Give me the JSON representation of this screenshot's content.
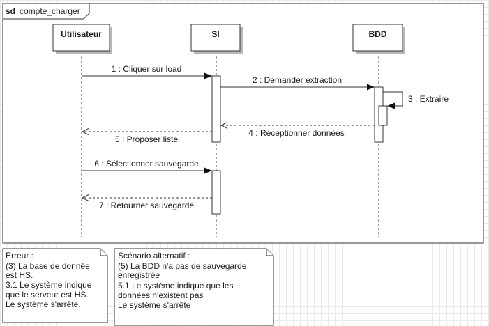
{
  "frame": {
    "keyword": "sd",
    "name": "compte_charger"
  },
  "lifelines": [
    {
      "id": "user",
      "label": "Utilisateur"
    },
    {
      "id": "si",
      "label": "SI"
    },
    {
      "id": "bdd",
      "label": "BDD"
    }
  ],
  "messages": [
    {
      "label": "1 : Cliquer sur load",
      "from": "user",
      "to": "si",
      "kind": "sync"
    },
    {
      "label": "2 : Demander extraction",
      "from": "si",
      "to": "bdd",
      "kind": "sync"
    },
    {
      "label": "3 : Extraire",
      "from": "bdd",
      "to": "bdd",
      "kind": "self"
    },
    {
      "label": "4 : Réceptionner données",
      "from": "bdd",
      "to": "si",
      "kind": "return"
    },
    {
      "label": "5 : Proposer liste",
      "from": "si",
      "to": "user",
      "kind": "return"
    },
    {
      "label": "6 : Sélectionner sauvegarde",
      "from": "user",
      "to": "si",
      "kind": "sync"
    },
    {
      "label": "7 : Retourner sauvegarde",
      "from": "si",
      "to": "user",
      "kind": "return"
    }
  ],
  "notes": [
    {
      "id": "erreur",
      "lines": [
        "Erreur :",
        "(3) La base de donnée",
        "est HS.",
        "3.1 Le système indique",
        "que le serveur est HS.",
        "Le système s'arrête."
      ]
    },
    {
      "id": "alternatif",
      "lines": [
        "Scénario alternatif :",
        "(5) La BDD n'a pas de sauvegarde",
        "enregistrée",
        "5.1 Le système indique que les",
        "données n'existent pas",
        "Le système s'arrête"
      ]
    }
  ]
}
